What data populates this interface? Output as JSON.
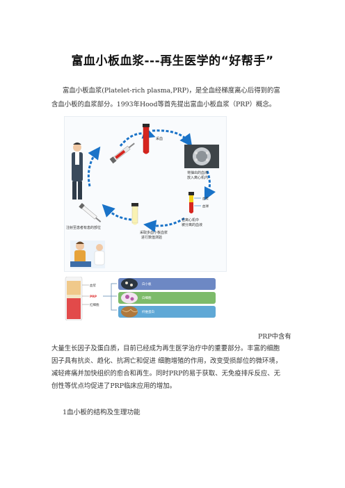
{
  "article": {
    "title": "富血小板血浆---再生医学的“好帮手”",
    "intro_line1": "富血小板血浆(Platelet-rich plasma,PRP)，是全血经梯度离心后得到的富",
    "intro_line2": "含血小板的血浆部分。1993年Hood等首先提出富血小板血浆（PRP）概念。",
    "body_line0": "PRP中含有",
    "body_line1": "大量生长因子及蛋白质，目前已经成为再生医学治疗中的重要部分。丰富的细胞",
    "body_line2": "因子具有抗炎、趋化、抗凋亡和促进 细胞增殖的作用，改变受损部位的微环境，",
    "body_line3": "减轻疼痛并加快组织的愈合和再生。同时PRP的易于获取、无免疫排斥反应、无",
    "body_line4": "创性等优点均促进了PRP临床应用的增加。",
    "section_heading": "1血小板的结构及生理功能"
  },
  "figure1": {
    "step_collect": "采血",
    "step_centrifuge_1": "将抽出的血液",
    "step_centrifuge_2": "放入离心机内",
    "label_plasma": "血浆",
    "label_rbc": "血球",
    "step_separated_1": "在离心机中",
    "step_separated_2": "被分离的血液",
    "step_extract_1": "采取多血小板血浆",
    "step_extract_2": "进行数值测验",
    "step_inject": "注射至患者有患的部位"
  },
  "figure2": {
    "tube_plasma": "血浆",
    "tube_prp": "PRP",
    "tube_rbc": "红细胞",
    "row1": "白小板",
    "row2": "白细胞",
    "row3": "纤维蛋白"
  },
  "colors": {
    "arrow_blue": "#1a73c8",
    "blood_red": "#d6251f",
    "plasma_yellow": "#f2d21a",
    "prp_red": "#e24a4a"
  }
}
